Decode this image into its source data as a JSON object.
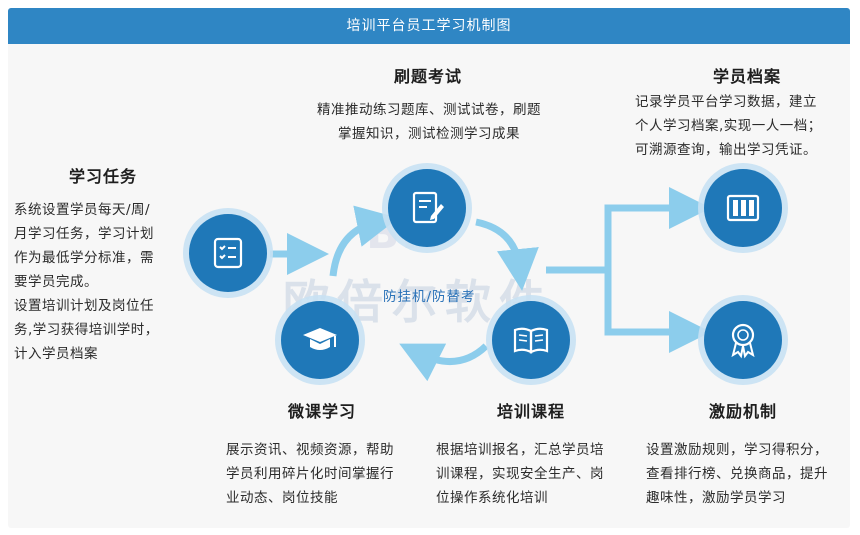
{
  "header": {
    "title": "培训平台员工学习机制图"
  },
  "watermark": {
    "logo_text": "BR",
    "text": "欧倍尔软件"
  },
  "center": {
    "label": "防挂机/防替考"
  },
  "colors": {
    "primary": "#1f78b8",
    "header": "#2f86c4",
    "arrow": "#8ccdec",
    "accent": "#2a72b8"
  },
  "learning_task": {
    "title": "学习任务",
    "lines": [
      "系统设置学员每天/周/",
      "月学习任务，学习计划",
      "作为最低学分标准，需",
      "要学员完成。",
      "设置培训计划及岗位任",
      "务,学习获得培训学时，",
      "计入学员档案"
    ],
    "icon": "checklist-icon"
  },
  "exam": {
    "title": "刷题考试",
    "lines": [
      "精准推动练习题库、测试试卷，刷题",
      "掌握知识，测试检测学习成果"
    ],
    "icon": "edit-document-icon"
  },
  "micro": {
    "title": "微课学习",
    "lines": [
      "展示资讯、视频资源，帮助",
      "学员利用碎片化时间掌握行",
      "业动态、岗位技能"
    ],
    "icon": "graduation-cap-icon"
  },
  "course": {
    "title": "培训课程",
    "lines": [
      "根据培训报名，汇总学员培",
      "训课程，实现安全生产、岗",
      "位操作系统化培训"
    ],
    "icon": "open-book-icon"
  },
  "archive": {
    "title": "学员档案",
    "lines": [
      "记录学员平台学习数据，建立",
      "个人学习档案,实现一人一档；",
      "可溯源查询，输出学习凭证。"
    ],
    "icon": "binders-icon"
  },
  "incentive": {
    "title": "激励机制",
    "lines": [
      "设置激励规则，学习得积分，",
      "查看排行榜、兑换商品，提升",
      "趣味性，激励学员学习"
    ],
    "icon": "medal-icon"
  }
}
